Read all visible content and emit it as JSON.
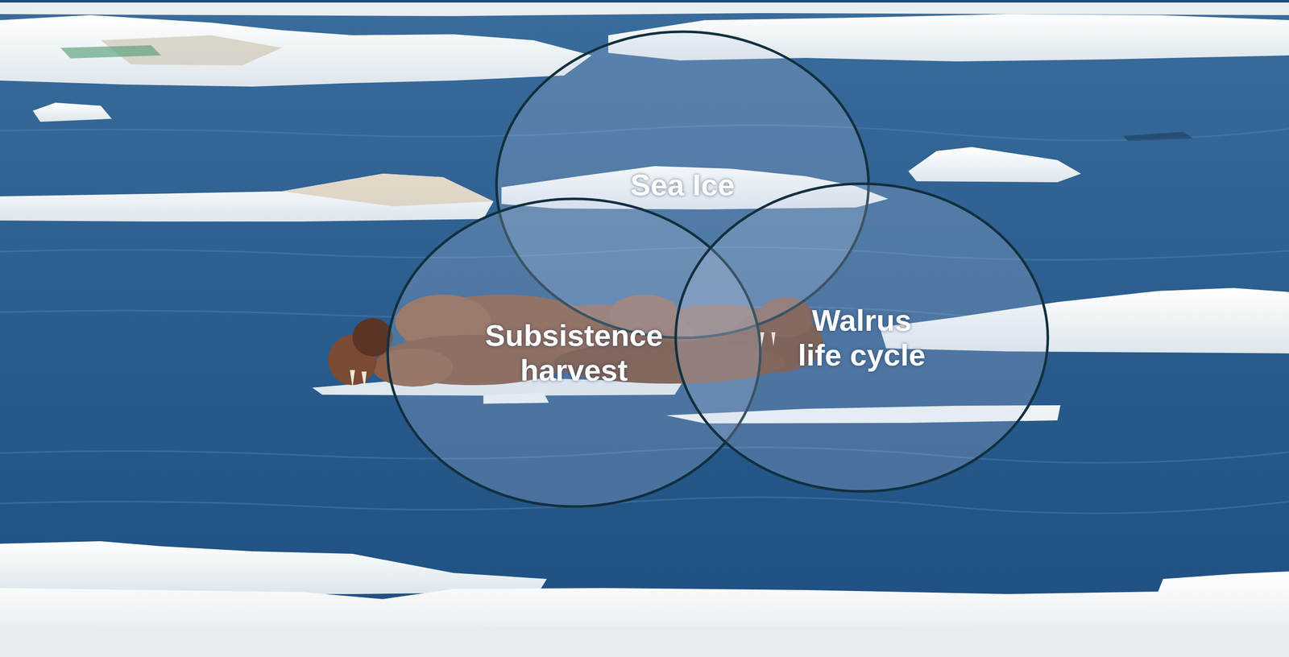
{
  "diagram": {
    "nodes": [
      {
        "text": [
          "Sea Ice"
        ]
      },
      {
        "text": [
          "Subsistence harvest"
        ]
      },
      {
        "text": [
          "Walrus life cycle"
        ]
      }
    ]
  }
}
